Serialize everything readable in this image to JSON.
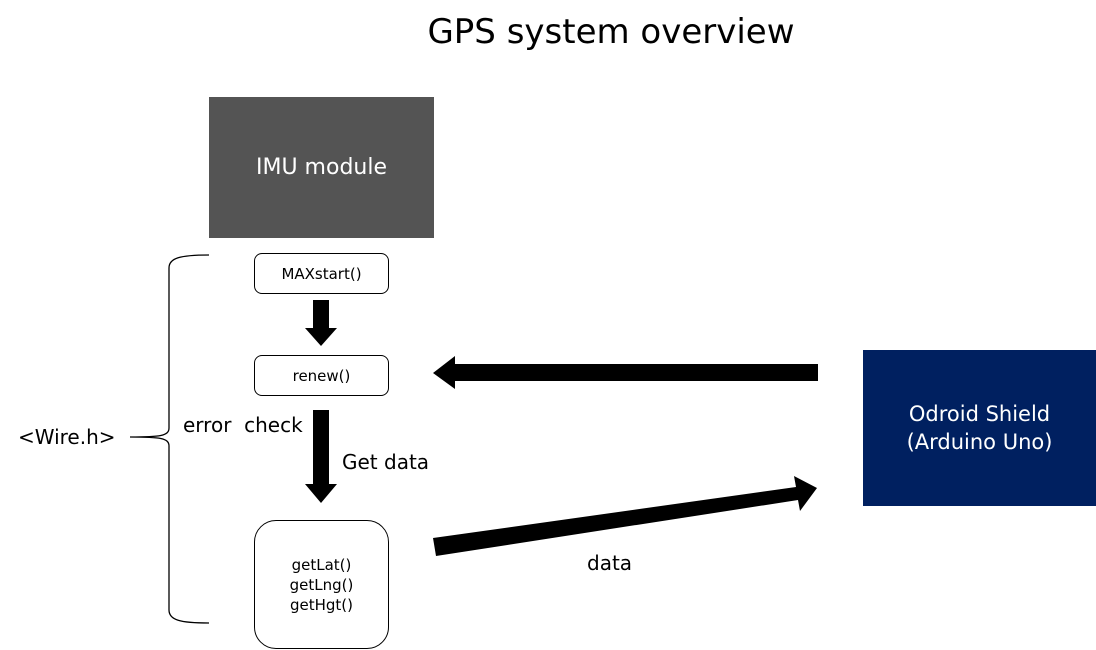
{
  "title": "GPS system overview",
  "blocks": {
    "imu": "IMU module",
    "odroid_line1": "Odroid Shield",
    "odroid_line2": "(Arduino Uno)"
  },
  "functions": {
    "max_start": "MAXstart()",
    "renew": "renew()",
    "getters": [
      "getLat()",
      "getLng()",
      "getHgt()"
    ]
  },
  "labels": {
    "library": "<Wire.h>",
    "error_check": "error  check",
    "get_data": "Get data",
    "data": "data"
  },
  "colors": {
    "imu_fill": "#545454",
    "odroid_fill": "#002060",
    "arrow": "#000000"
  }
}
